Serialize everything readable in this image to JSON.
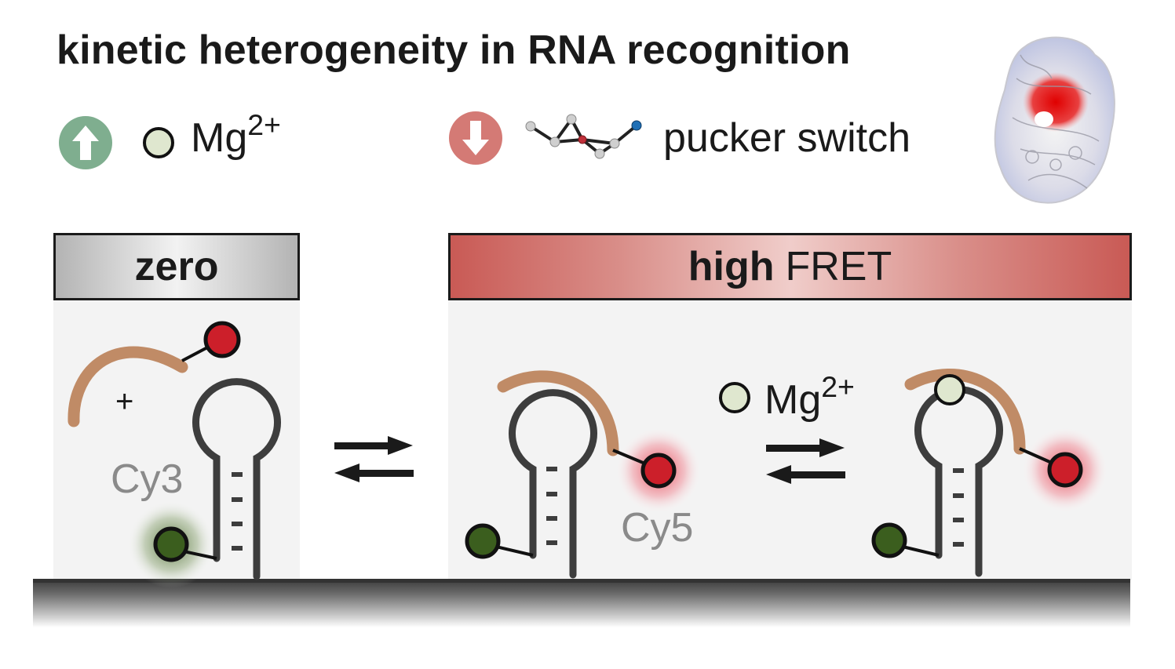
{
  "title": "kinetic heterogeneity in RNA recognition",
  "legend": {
    "increase": {
      "icon": "up-arrow-icon",
      "color": "#7fae8f",
      "label_main": "Mg",
      "label_sup": "2+"
    },
    "decrease": {
      "icon": "down-arrow-icon",
      "color": "#d47a75",
      "label": "pucker switch"
    }
  },
  "states": {
    "zero": {
      "title_bold": "zero"
    },
    "high": {
      "title_bold": "high",
      "title_rest": "FRET"
    }
  },
  "labels": {
    "cy3": "Cy3",
    "cy5": "Cy5",
    "plus": "+",
    "mg_main": "Mg",
    "mg_sup": "2+"
  },
  "colors": {
    "rna_stem": "#3d3d3d",
    "rna_strand": "#c08b66",
    "cy3": "#3b5e1e",
    "cy5": "#cc1f2a",
    "mg_ion": "#dfe7cf"
  }
}
